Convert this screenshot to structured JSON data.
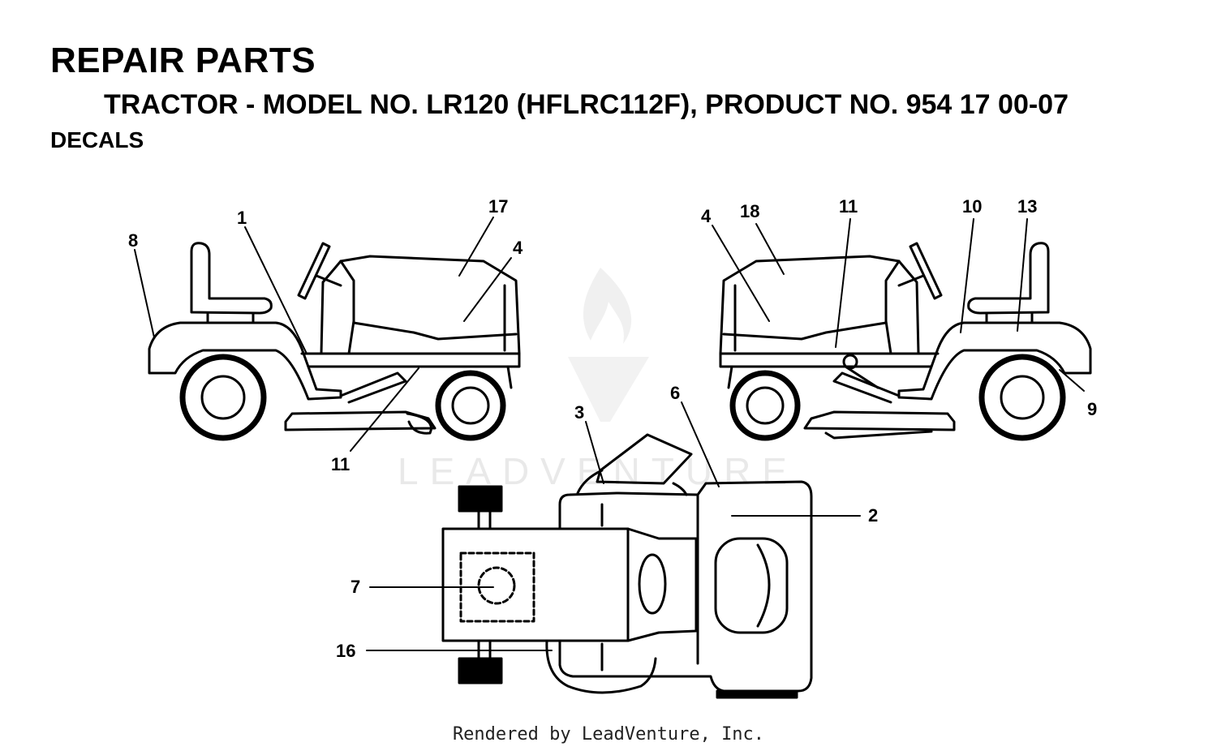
{
  "header": {
    "title": "REPAIR PARTS",
    "subtitle": "TRACTOR - MODEL NO. LR120 (HFLRC112F), PRODUCT NO. 954 17 00-07",
    "section": "DECALS"
  },
  "watermark": {
    "text": "LEADVENTURE"
  },
  "footer": {
    "text": "Rendered by LeadVenture, Inc."
  },
  "callouts": {
    "c1": "1",
    "c17": "17",
    "c4a": "4",
    "c8": "8",
    "c11a": "11",
    "c4b": "4",
    "c18": "18",
    "c11b": "11",
    "c10": "10",
    "c13": "13",
    "c9": "9",
    "c3": "3",
    "c6": "6",
    "c2": "2",
    "c7": "7",
    "c16": "16"
  }
}
